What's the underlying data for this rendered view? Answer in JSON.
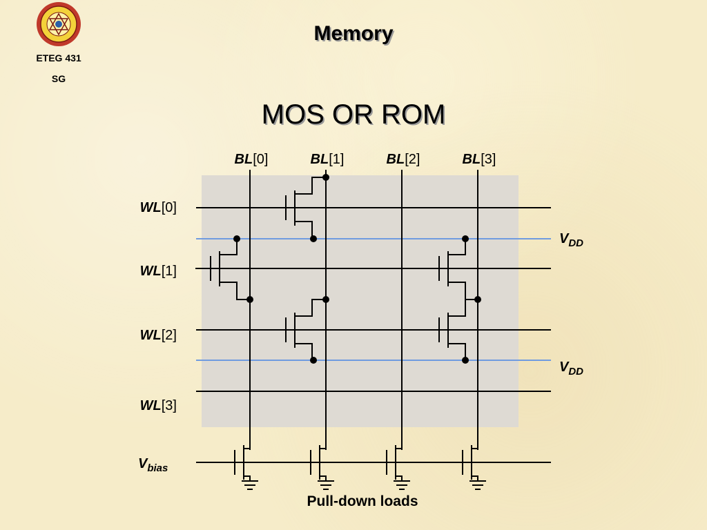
{
  "header": {
    "title": "Memory",
    "course_line1": "ETEG 431",
    "course_line2": "SG"
  },
  "subtitle": "MOS OR ROM",
  "diagram": {
    "bitlines": [
      {
        "name": "BL",
        "index": "[0]"
      },
      {
        "name": "BL",
        "index": "[1]"
      },
      {
        "name": "BL",
        "index": "[2]"
      },
      {
        "name": "BL",
        "index": "[3]"
      }
    ],
    "wordlines": [
      {
        "name": "WL",
        "index": "[0]"
      },
      {
        "name": "WL",
        "index": "[1]"
      },
      {
        "name": "WL",
        "index": "[2]"
      },
      {
        "name": "WL",
        "index": "[3]"
      }
    ],
    "supply_labels": [
      {
        "name": "V",
        "sub": "DD"
      },
      {
        "name": "V",
        "sub": "DD"
      }
    ],
    "bias_label": {
      "name": "V",
      "sub": "bias"
    },
    "caption": "Pull-down loads",
    "colors": {
      "grid": "#000000",
      "supply": "#6f9be0",
      "array_bg": "#dedad3"
    }
  }
}
